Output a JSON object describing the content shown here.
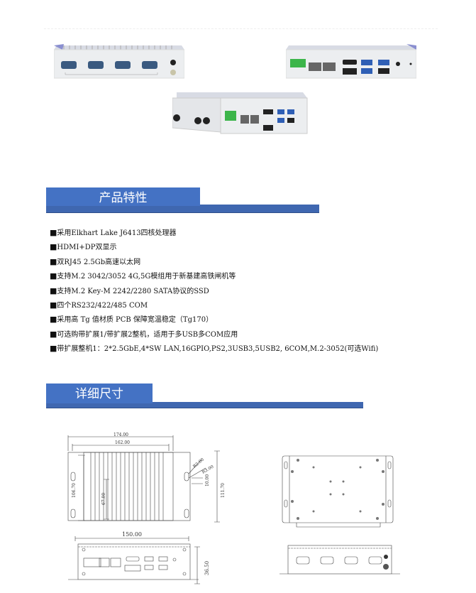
{
  "sections": [
    {
      "title": "产品特性"
    },
    {
      "title": "详细尺寸"
    }
  ],
  "features": [
    "采用Elkhart Lake J6413四核处理器",
    "HDMI+DP双显示",
    "双RJ45 2.5Gb高速以太网",
    "支持M.2 3042/3052 4G,5G模组用于新基建高铁闸机等",
    "支持M.2 Key-M 2242/2280 SATA协议的SSD",
    "四个RS232/422/485 COM",
    "采用高 Tg 值材质 PCB 保障宽温稳定（Tg170）",
    "可选购带扩展1/带扩展2整机，适用于多USB多COM应用",
    "带扩展整机1：2*2.5GbE,4*SW LAN,16GPIO,PS2,3USB3,5USB2, 6COM,M.2-3052(可选Wifi)"
  ],
  "dimensions": {
    "overall_width": "174.00",
    "hole_spacing_w": "162.00",
    "height_outer": "106.70",
    "hole_spacing_h": "67.00",
    "radius_a": "R2.00",
    "radius_b": "R3.00",
    "slot": "10.00",
    "height_total": "111.70",
    "front_width": "150.00",
    "front_height": "36.50"
  },
  "colors": {
    "banner": "#4472c4",
    "connector_green": "#3cb54a",
    "usb_blue": "#2f5fb5"
  }
}
